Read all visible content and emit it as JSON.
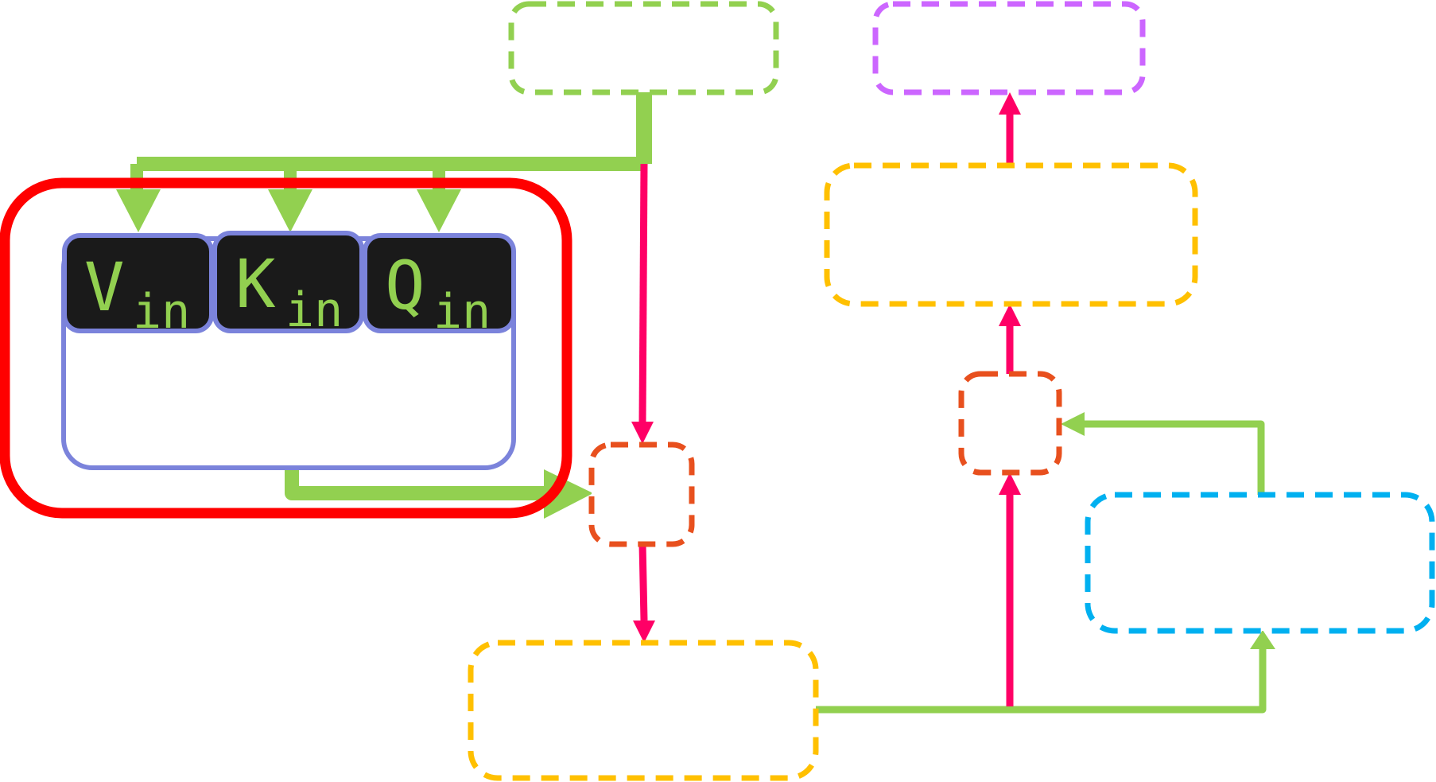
{
  "colors": {
    "outer_module": "#ff0000",
    "attention_block": "#7b83db",
    "input_tile_fill": "#1a1a1a",
    "label_text": "#92d050",
    "green_flow": "#92d050",
    "pink_flow": "#ff0066",
    "dashed_green": "#92d050",
    "dashed_purple": "#cc66ff",
    "dashed_yellow": "#ffc000",
    "dashed_orange": "#e8501e",
    "dashed_blue": "#00b0f0"
  },
  "inputs": [
    {
      "main": "V",
      "sub": "in"
    },
    {
      "main": "K",
      "sub": "in"
    },
    {
      "main": "Q",
      "sub": "in"
    }
  ],
  "icons": {
    "arrow_head": "triangle-arrow-icon"
  }
}
